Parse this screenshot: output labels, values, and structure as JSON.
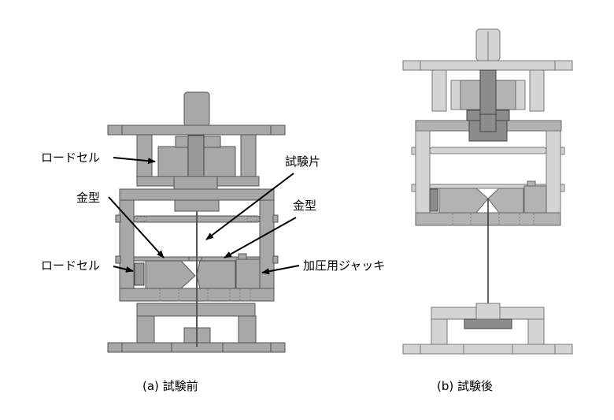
{
  "figure": {
    "panel_a": {
      "caption": "(a)  試験前",
      "labels": {
        "load_cell_top": "ロードセル",
        "die_left": "金型",
        "specimen": "試験片",
        "die_right": "金型",
        "load_cell_side": "ロードセル",
        "jack": "加圧用ジャッキ"
      }
    },
    "panel_b": {
      "caption": "(b)  試験後"
    }
  },
  "colors": {
    "part_gray": "#a8a8a8",
    "light_gray": "#d4d4d4",
    "mid_gray": "#b3b3b3",
    "dark_gray": "#8c8c8c",
    "line": "#000000"
  }
}
